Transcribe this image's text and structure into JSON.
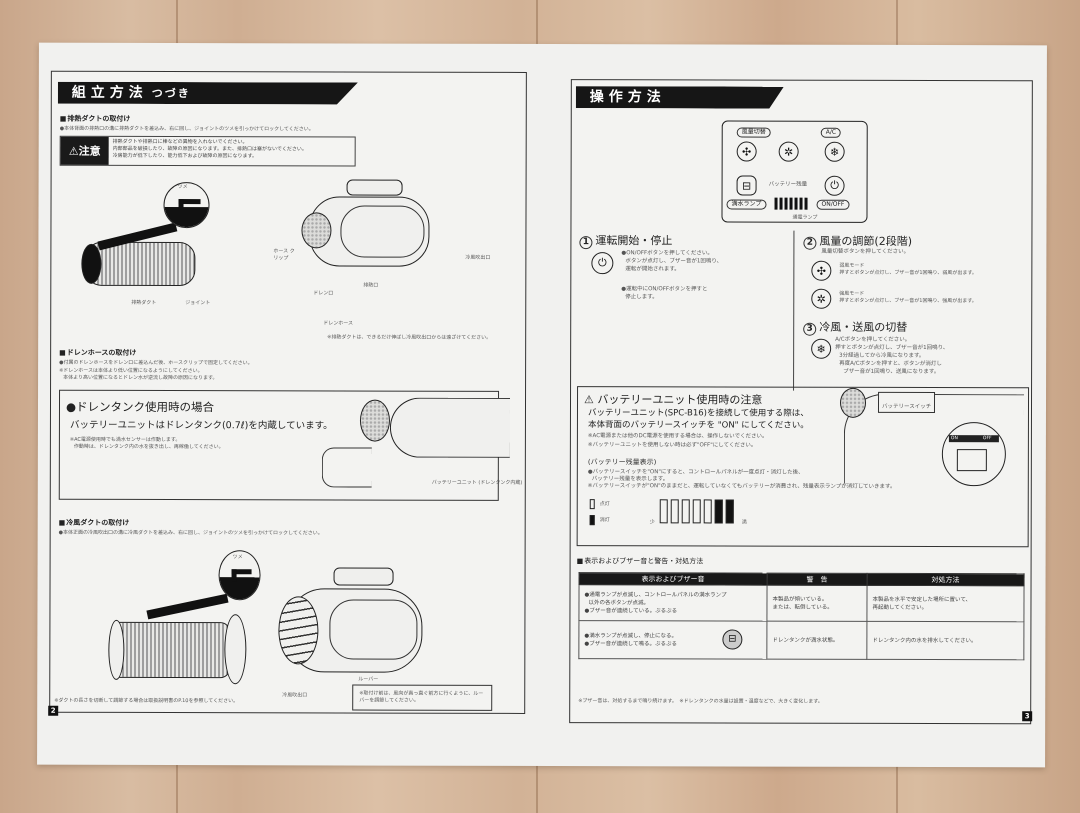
{
  "left_page": {
    "page_number": "2",
    "banner": {
      "title": "組立方法",
      "subtitle": "つづき"
    },
    "exhaust_duct": {
      "heading": "排熱ダクトの取付け",
      "instruction": "●本体背面の排熱口の溝に排熱ダクトを差込み、右に回し、ジョイントのツメを引っかけてロックしてください。",
      "caution_label": "⚠注意",
      "caution_lines": [
        "排熱ダクトや排熱口に棒などの異物を入れないでください。",
        "内部部品を破損したり、故障の原因になります。また、排熱口は塞がないでください。",
        "冷房能力が低下したり、能力低下および故障の原因になります。"
      ],
      "labels": {
        "claw": "ツメ",
        "hose_clip": "ホース クリップ",
        "exhaust_duct": "排熱ダクト",
        "joint": "ジョイント",
        "drain_port": "ドレン口",
        "drain_hose": "ドレンホース",
        "exhaust_port": "排熱口",
        "cool_air_outlet": "冷風吹出口"
      },
      "note": "※排熱ダクトは、できるだけ伸ばし冷風吹出口からは遠ざけてください。"
    },
    "drain_hose": {
      "heading": "ドレンホースの取付け",
      "instruction": "●付属のドレンホースをドレン口に差込んだ後、ホースクリップで固定してください。",
      "notes": [
        "※ドレンホースは本体より低い位置になるようにしてください。",
        "本体より高い位置になるとドレン水が逆流し故障の原因になります。"
      ]
    },
    "drain_tank": {
      "title": "●ドレンタンク使用時の場合",
      "body": "バッテリーユニットはドレンタンク(0.7ℓ)を内蔵しています。",
      "notes": [
        "※AC電源使用時でも満水センサーは作動します。",
        "作動時は、ドレンタンク内の水を抜き出し、再稼働してください。"
      ],
      "label": "バッテリーユニット (ドレンタンク内蔵)"
    },
    "cool_duct": {
      "heading": "冷風ダクトの取付け",
      "instruction": "●本体正面の冷風吹出口の溝に冷風ダクトを差込み、右に回し、ジョイントのツメを引っかけてロックしてください。",
      "labels": {
        "claw": "ツメ",
        "louver": "ルーバー",
        "cool_air_outlet": "冷風吹出口"
      },
      "note": "※ダクトの長さを切断して調節する場合は取扱説明書のP.10を参照してください。",
      "boxed_note": "※取付け前は、風向が真っ直ぐ前方に行くように、ルーバーを調節してください。"
    }
  },
  "right_page": {
    "page_number": "3",
    "banner": {
      "title": "操作方法"
    },
    "control_panel": {
      "fan_switch_label": "風量切替",
      "ac_label": "A/C",
      "battery_label": "バッテリー残量",
      "water_lamp_label": "満水ランプ",
      "onoff_label": "ON/OFF",
      "power_lamp_label": "通電ランプ"
    },
    "step1": {
      "number": "1",
      "title": "運転開始・停止",
      "bullets": [
        "●ON/OFFボタンを押してください。",
        "ボタンが点灯し、ブザー音が1回鳴り、",
        "運転が開始されます。"
      ],
      "bullets2": [
        "●運転中にON/OFFボタンを押すと",
        "停止します。"
      ]
    },
    "step2": {
      "number": "2",
      "title": "風量の調節(2段階)",
      "intro": "風量切替ボタンを押してください。",
      "mode_weak_title": "弱風モード",
      "mode_weak_desc": "押すとボタンが点灯し、ブザー音が1回鳴り、弱風が出ます。",
      "mode_strong_title": "強風モード",
      "mode_strong_desc": "押すとボタンが点灯し、ブザー音が1回鳴り、強風が出ます。"
    },
    "step3": {
      "number": "3",
      "title": "冷風・送風の切替",
      "lines": [
        "A/Cボタンを押してください。",
        "押すとボタンが点灯し、ブザー音が1回鳴り、",
        "3分経過してから冷風になります。",
        "再度A/Cボタンを押すと、ボタンが消灯し",
        "ブザー音が1回鳴り、送風になります。"
      ]
    },
    "battery_caution": {
      "title": "バッテリーユニット使用時の注意",
      "line1": "バッテリーユニット(SPC-B16)を接続して使用する際は、",
      "line2": "本体背面のバッテリースイッチを \"ON\" にしてください。",
      "note1": "※AC電源または他のDC電源を使用する場合は、操作しないでください。",
      "note2": "※バッテリーユニットを使用しない時は必ず\"OFF\"にしてください。",
      "switch_label": "バッテリースイッチ",
      "on_label": "ON",
      "off_label": "OFF",
      "remaining_heading": "(バッテリー残量表示)",
      "remaining_line1": "●バッテリースイッチを\"ON\"にすると、コントロールパネルが一度点灯・消灯した後、",
      "remaining_line2": "バッテリー残量を表示します。",
      "remaining_note": "※バッテリースイッチが\"ON\"のままだと、運転していなくてもバッテリーが消費され、残量表示ランプが消灯していきます。",
      "legend_lit": "点灯",
      "legend_unlit": "消灯",
      "low_label": "少",
      "high_label": "満",
      "levels": [
        false,
        false,
        false,
        false,
        false,
        true,
        true
      ]
    },
    "warnings": {
      "heading": "表示およびブザー音と警告・対処方法",
      "columns": [
        "表示およびブザー音",
        "警　告",
        "対処方法"
      ],
      "rows": [
        {
          "display": [
            "●通電ランプが点滅し、コントロールパネルの満水ランプ",
            "以外の各ボタンが点滅。",
            "●ブザー音が連続している。ぶるぶる"
          ],
          "warning": [
            "本製品が傾いている。",
            "または、転倒している。"
          ],
          "action": [
            "本製品を水平で安定した場所に置いて、",
            "再起動してください。"
          ]
        },
        {
          "display": [
            "●満水ランプが点滅し、停止になる。",
            "●ブザー音が連続して鳴る。ぶるぶる"
          ],
          "warning": [
            "ドレンタンクが満水状態。"
          ],
          "action": [
            "ドレンタンク内の水を排水してください。"
          ]
        }
      ],
      "footnote": "※ブザー音は、対処するまで鳴り続けます。　※ドレンタンクの水量は設置・温度などで、大きく変化します。"
    }
  }
}
